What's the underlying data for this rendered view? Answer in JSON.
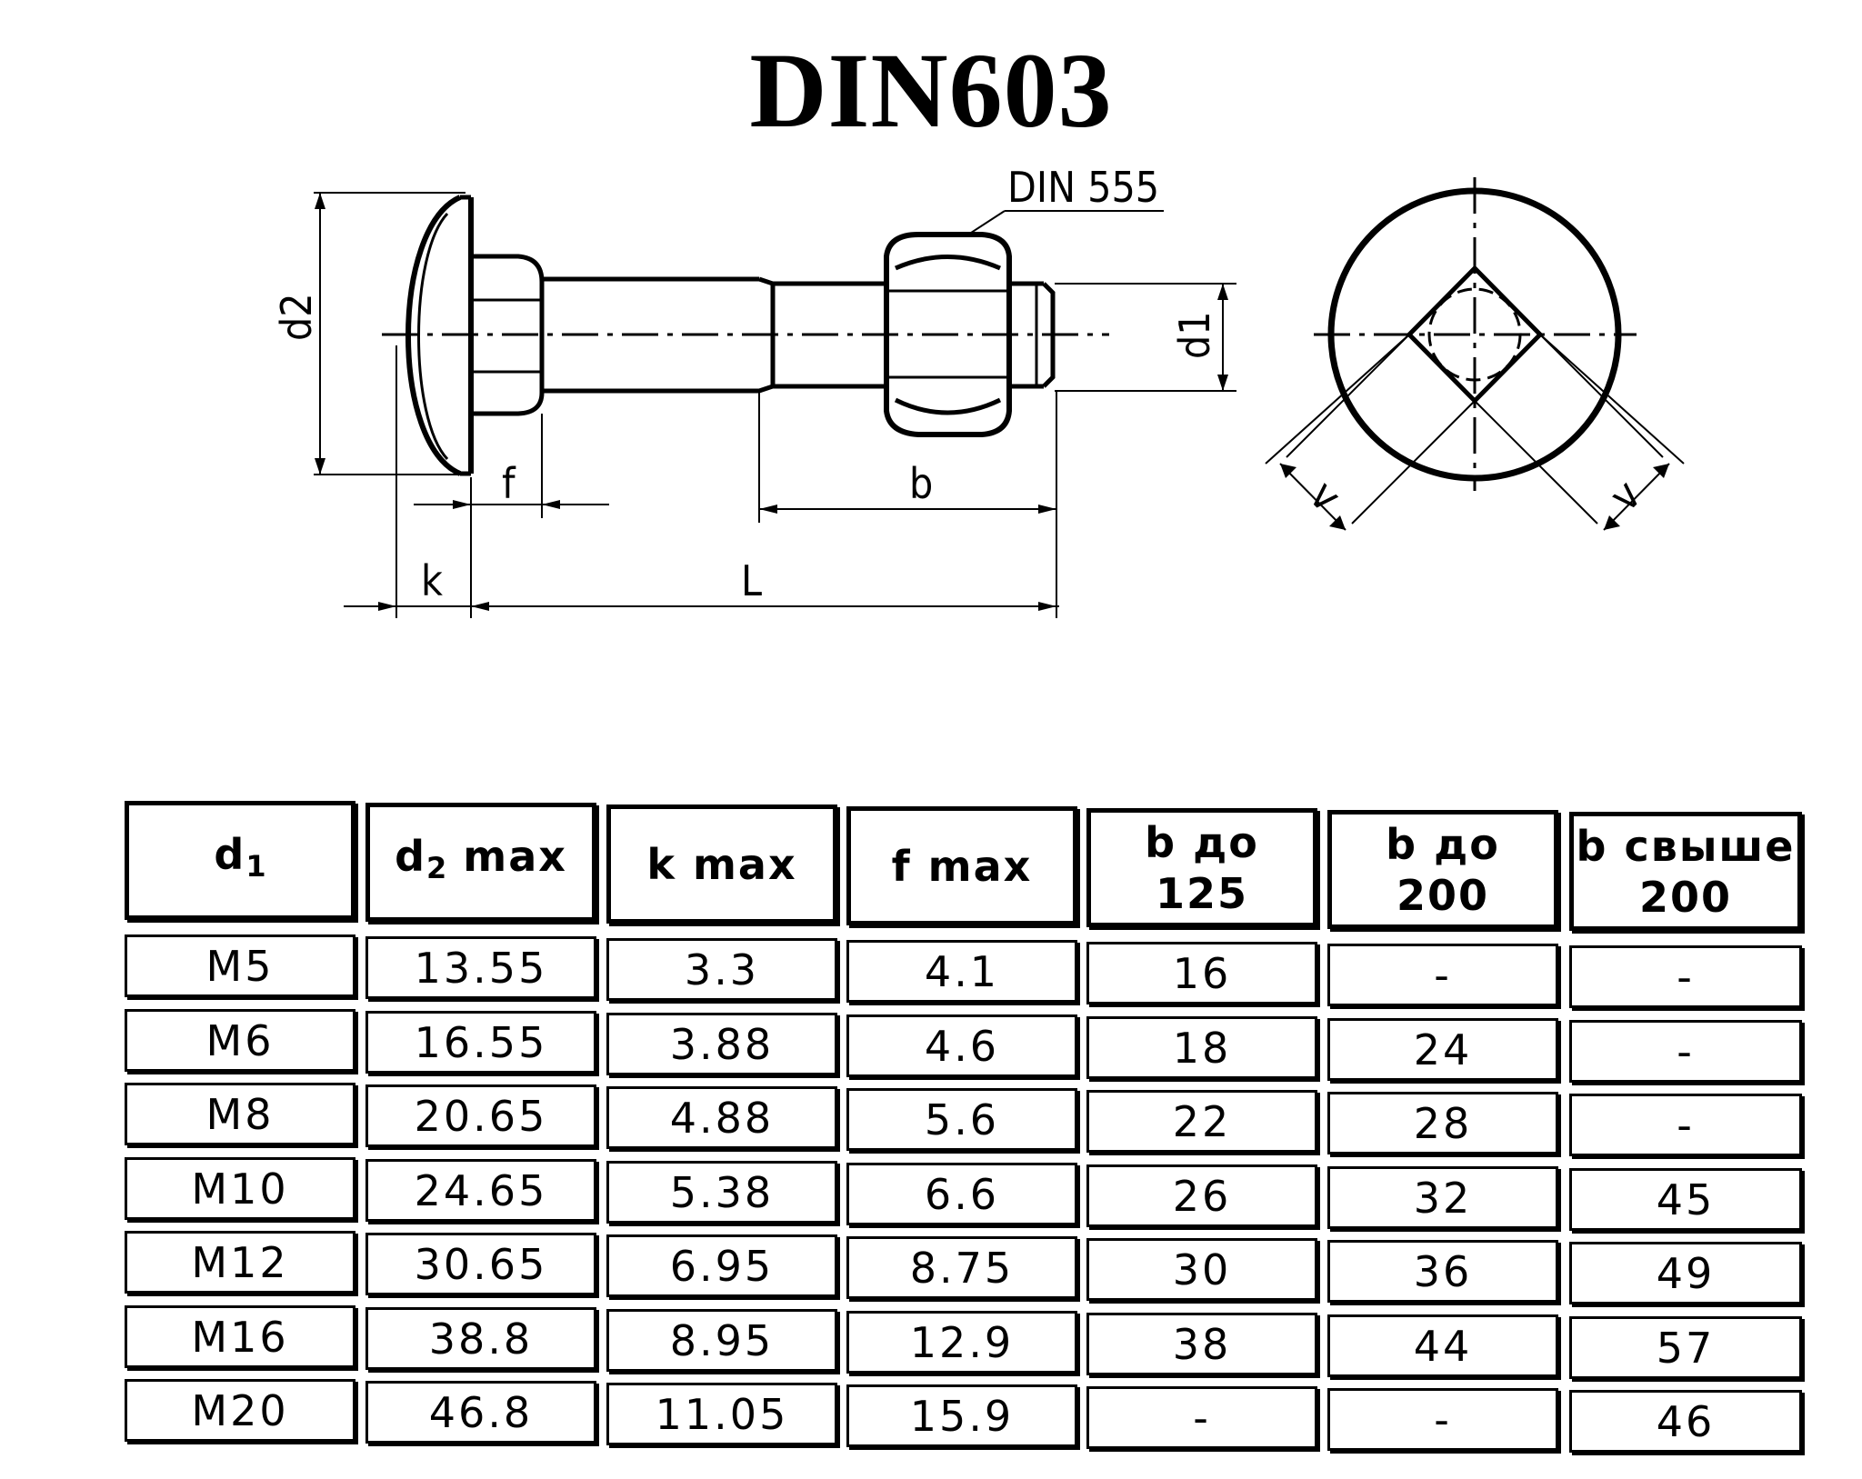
{
  "title": "DIN603",
  "drawing": {
    "labels": {
      "din555": "DIN 555",
      "d2": "d2",
      "d1": "d1",
      "f": "f",
      "b": "b",
      "k": "k",
      "L": "L",
      "v_left": "v",
      "v_right": "v"
    }
  },
  "table": {
    "headers": [
      {
        "main": "d",
        "sub": "1",
        "rest": ""
      },
      {
        "main": "d",
        "sub": "2",
        "rest": " max"
      },
      {
        "main": "k max",
        "sub": "",
        "rest": ""
      },
      {
        "main": "f max",
        "sub": "",
        "rest": ""
      },
      {
        "main": "b до 125",
        "sub": "",
        "rest": ""
      },
      {
        "main": "b до 200",
        "sub": "",
        "rest": ""
      },
      {
        "main": "b свыше",
        "sub": "",
        "rest": "200"
      }
    ],
    "rows": [
      [
        "M5",
        "13.55",
        "3.3",
        "4.1",
        "16",
        "-",
        "-"
      ],
      [
        "M6",
        "16.55",
        "3.88",
        "4.6",
        "18",
        "24",
        "-"
      ],
      [
        "M8",
        "20.65",
        "4.88",
        "5.6",
        "22",
        "28",
        "-"
      ],
      [
        "M10",
        "24.65",
        "5.38",
        "6.6",
        "26",
        "32",
        "45"
      ],
      [
        "M12",
        "30.65",
        "6.95",
        "8.75",
        "30",
        "36",
        "49"
      ],
      [
        "M16",
        "38.8",
        "8.95",
        "12.9",
        "38",
        "44",
        "57"
      ],
      [
        "M20",
        "46.8",
        "11.05",
        "15.9",
        "-",
        "-",
        "46"
      ]
    ]
  }
}
